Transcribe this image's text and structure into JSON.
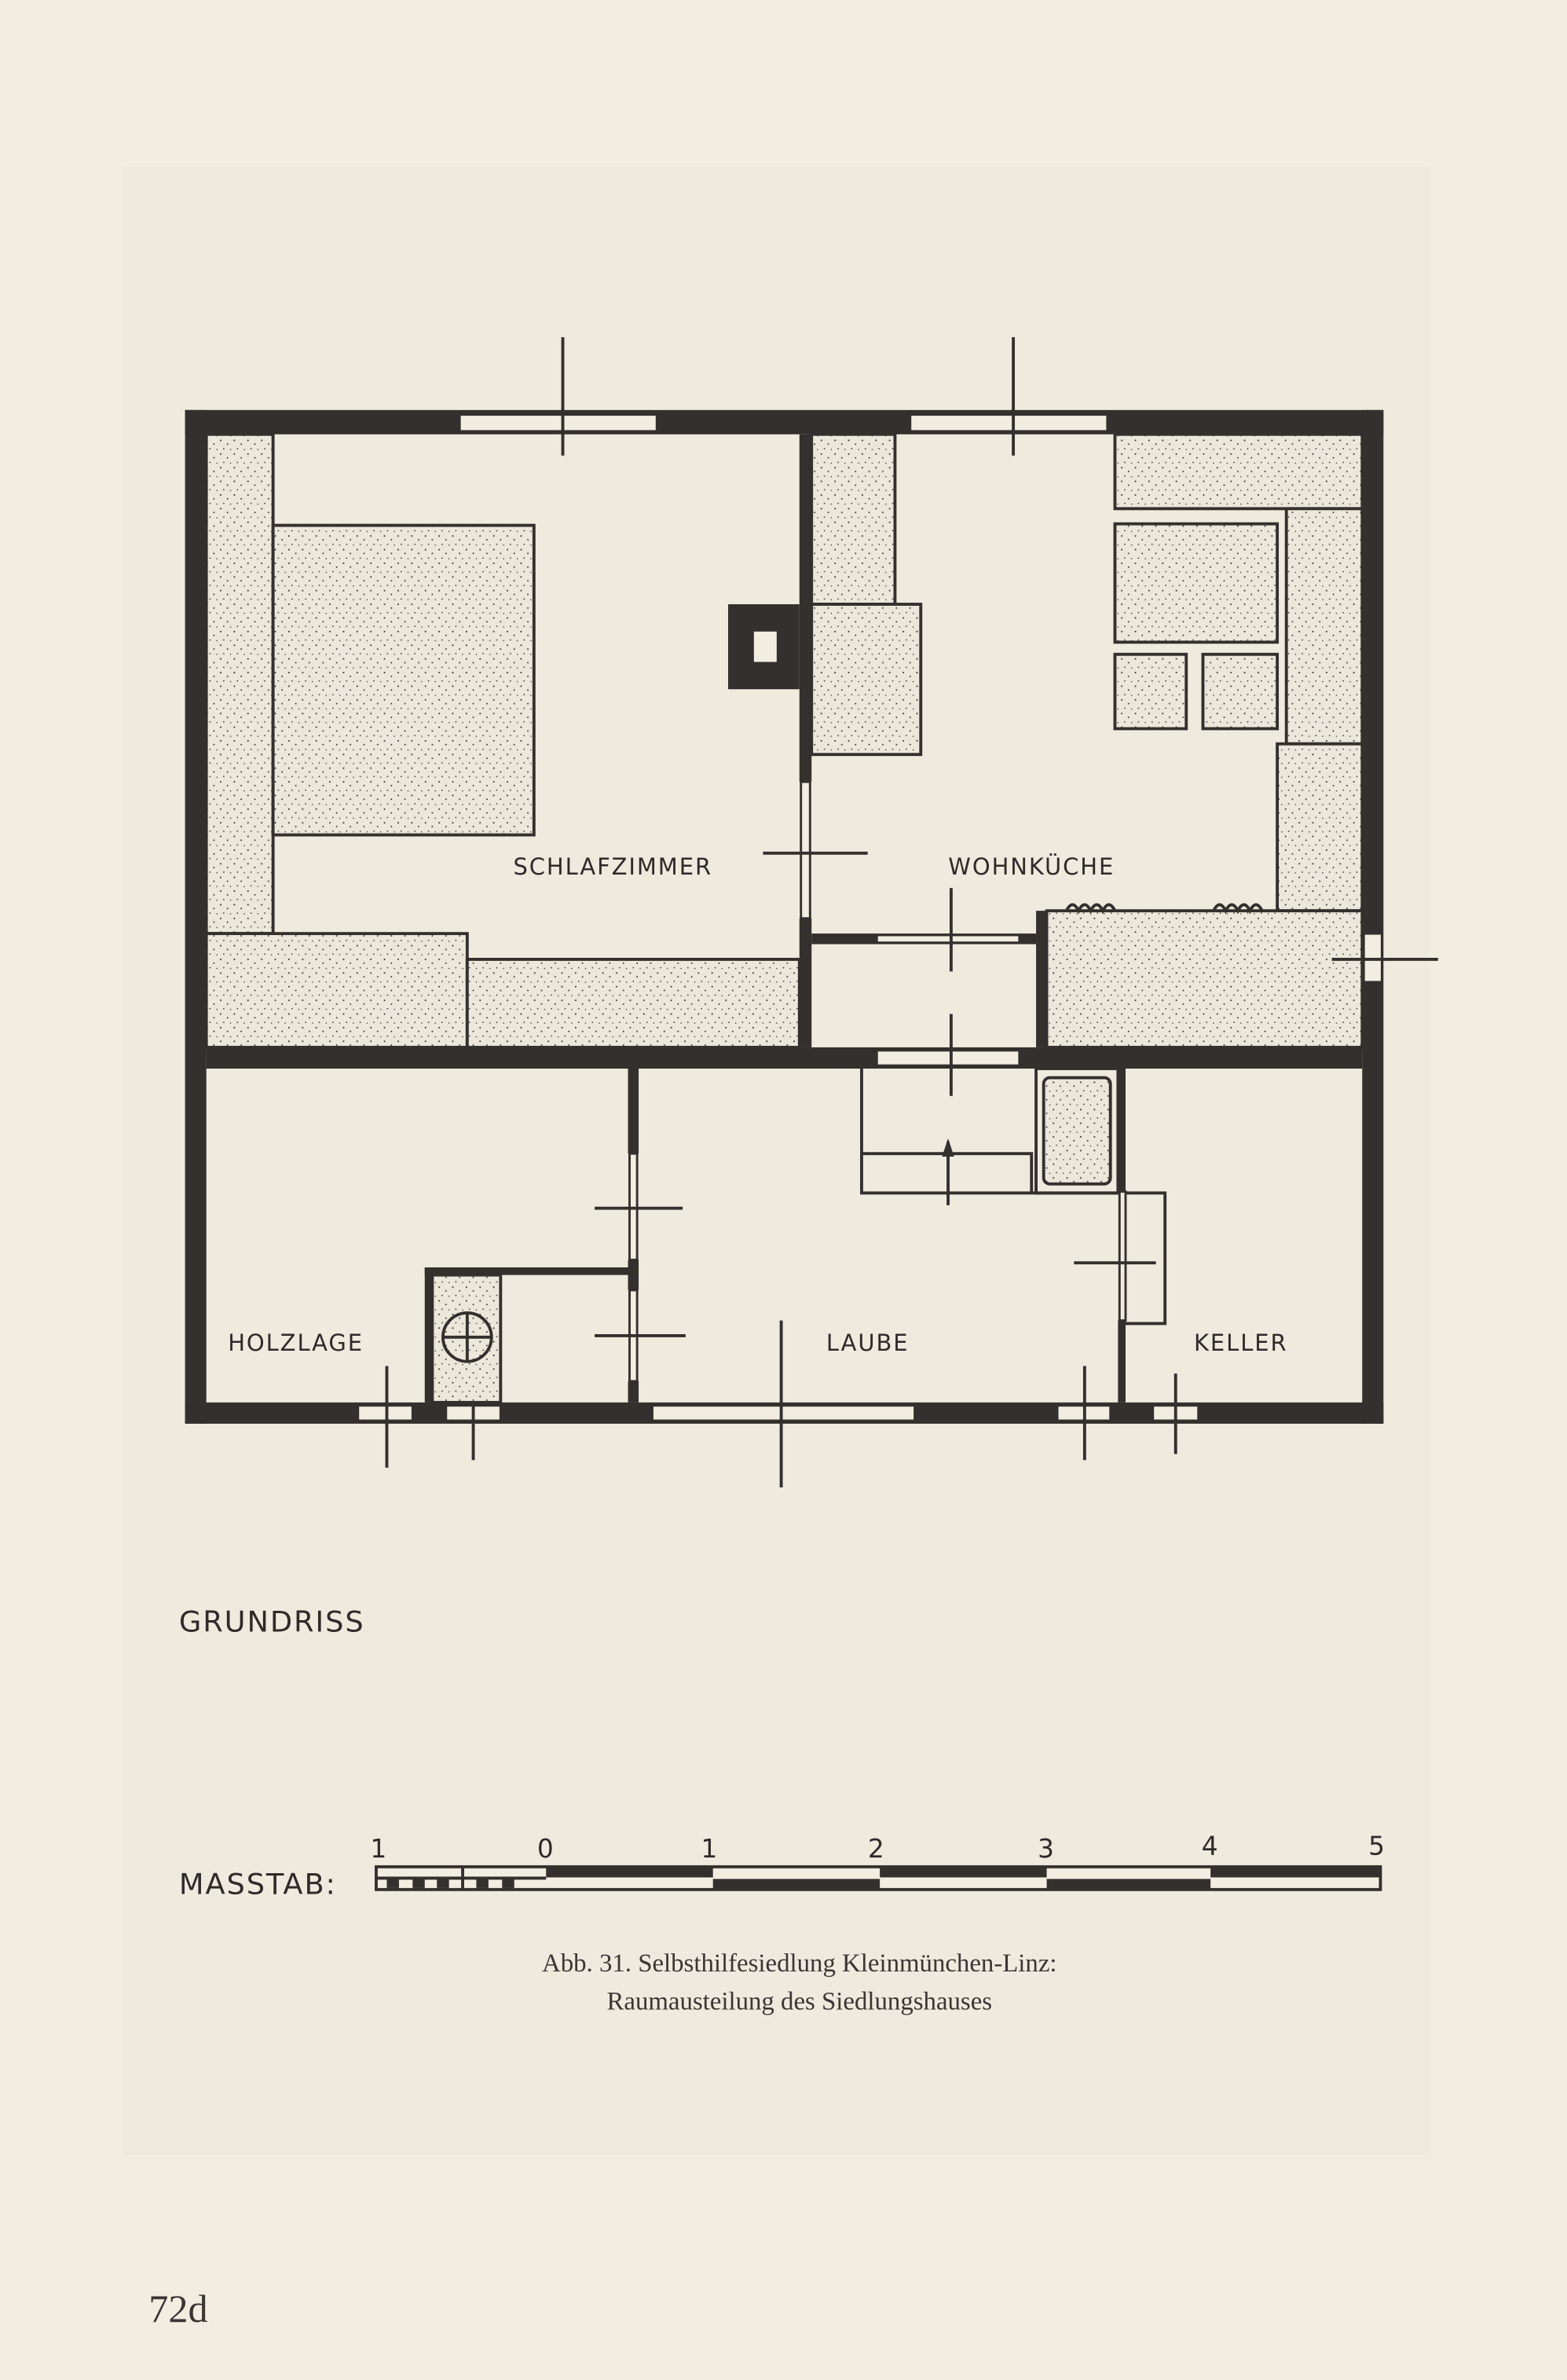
{
  "plan": {
    "rooms": {
      "bedroom": "SCHLAFZIMMER",
      "kitchen": "WOHNKÜCHE",
      "woodstore": "HOLZLAGE",
      "arbour": "LAUBE",
      "cellar": "KELLER"
    },
    "title": "GRUNDRISS"
  },
  "scale": {
    "label": "MASSTAB:",
    "ticks": [
      "1",
      "0",
      "1",
      "2",
      "3",
      "4",
      "5"
    ]
  },
  "caption": {
    "line1": "Abb. 31. Selbsthilfesiedlung Kleinmünchen-Linz:",
    "line2": "Raumausteilung des Siedlungshauses"
  },
  "page_number": "72d",
  "colors": {
    "paper": "#f1ede0",
    "ink": "#33302e"
  }
}
